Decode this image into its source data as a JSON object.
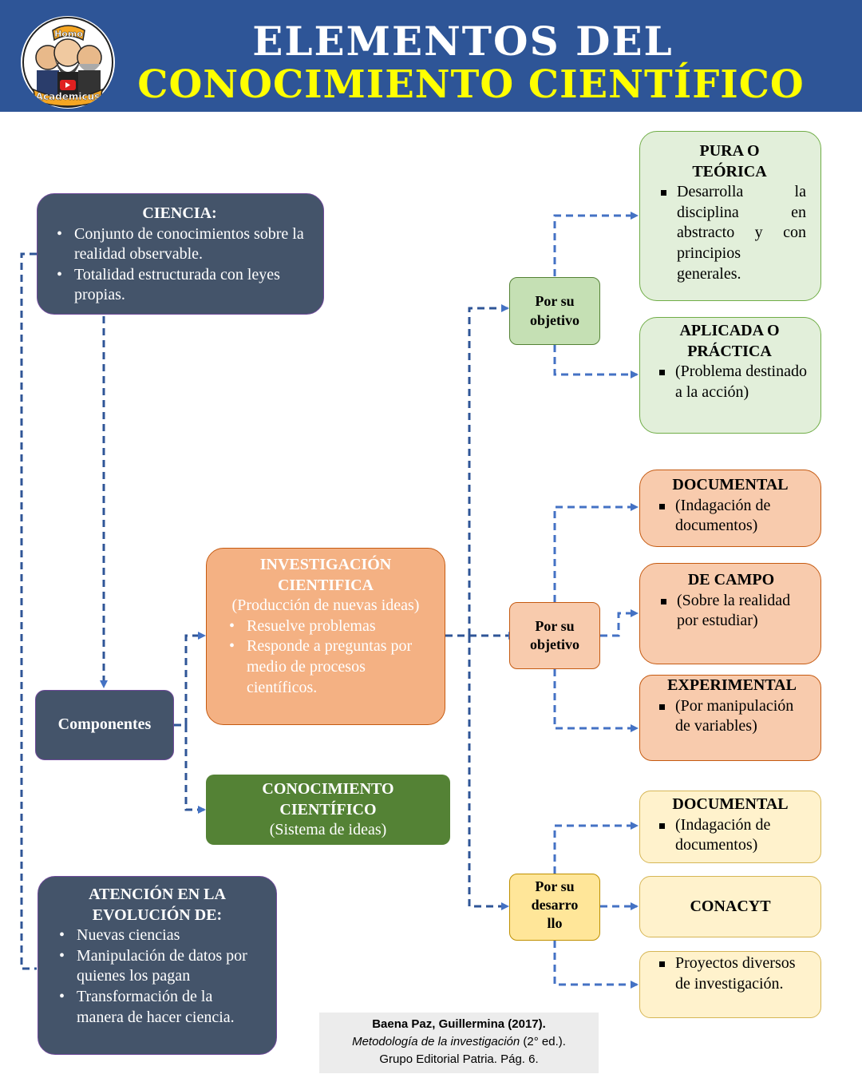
{
  "header": {
    "title_line1": "ELEMENTOS DEL",
    "title_line2": "CONOCIMIENTO CIENTÍFICO",
    "logo_top": "Homo",
    "logo_bottom": "Academicus"
  },
  "ciencia": {
    "title": "CIENCIA:",
    "items": [
      "Conjunto de conocimientos sobre la realidad observable.",
      "Totalidad estructurada con leyes propias."
    ]
  },
  "componentes": {
    "label": "Componentes"
  },
  "atencion": {
    "title_line1": "ATENCIÓN EN LA",
    "title_line2": "EVOLUCIÓN DE:",
    "items": [
      "Nuevas ciencias",
      "Manipulación de datos por quienes los pagan",
      "Transformación de la manera de hacer ciencia."
    ]
  },
  "investigacion": {
    "title_line1": "INVESTIGACIÓN",
    "title_line2": "CIENTIFICA",
    "subtitle": "(Producción de nuevas ideas)",
    "items": [
      "Resuelve problemas",
      "Responde a preguntas por medio de procesos científicos."
    ]
  },
  "conocimiento": {
    "title_line1": "CONOCIMIENTO",
    "title_line2": "CIENTÍFICO",
    "subtitle": "(Sistema de ideas)"
  },
  "nodes": {
    "objetivo_1": "Por su objetivo",
    "objetivo_2": "Por su objetivo",
    "desarrollo_line1": "Por su",
    "desarrollo_line2": "desarro",
    "desarrollo_line3": "llo"
  },
  "leaves": {
    "pura_title_line1": "PURA O",
    "pura_title_line2": "TEÓRICA",
    "pura_text": "Desarrolla la disciplina en abstracto y con principios generales.",
    "aplicada_title_line1": "APLICADA O",
    "aplicada_title_line2": "PRÁCTICA",
    "aplicada_text": "(Problema destinado a la acción)",
    "documental1_title": "DOCUMENTAL",
    "documental1_text": "(Indagación de documentos)",
    "campo_title": "DE CAMPO",
    "campo_text": "(Sobre la realidad por estudiar)",
    "experimental_title": "EXPERIMENTAL",
    "experimental_text": "(Por manipulación de variables)",
    "documental2_title": "DOCUMENTAL",
    "documental2_text": "(Indagación de documentos)",
    "conacyt": "CONACYT",
    "proyectos_text": "Proyectos diversos de investigación."
  },
  "citation": {
    "author": "Baena Paz, Guillermina (2017).",
    "book": "Metodología de la investigación",
    "edition": " (2° ed.).",
    "publisher": "Grupo Editorial Patria. Pág. 6."
  },
  "colors": {
    "header_bg": "#2e5597",
    "title_white": "#ffffff",
    "title_yellow": "#ffff00",
    "dark_box": "#44546a",
    "orange_box": "#f4b183",
    "green_box": "#548235",
    "connector": "#4472c4"
  }
}
